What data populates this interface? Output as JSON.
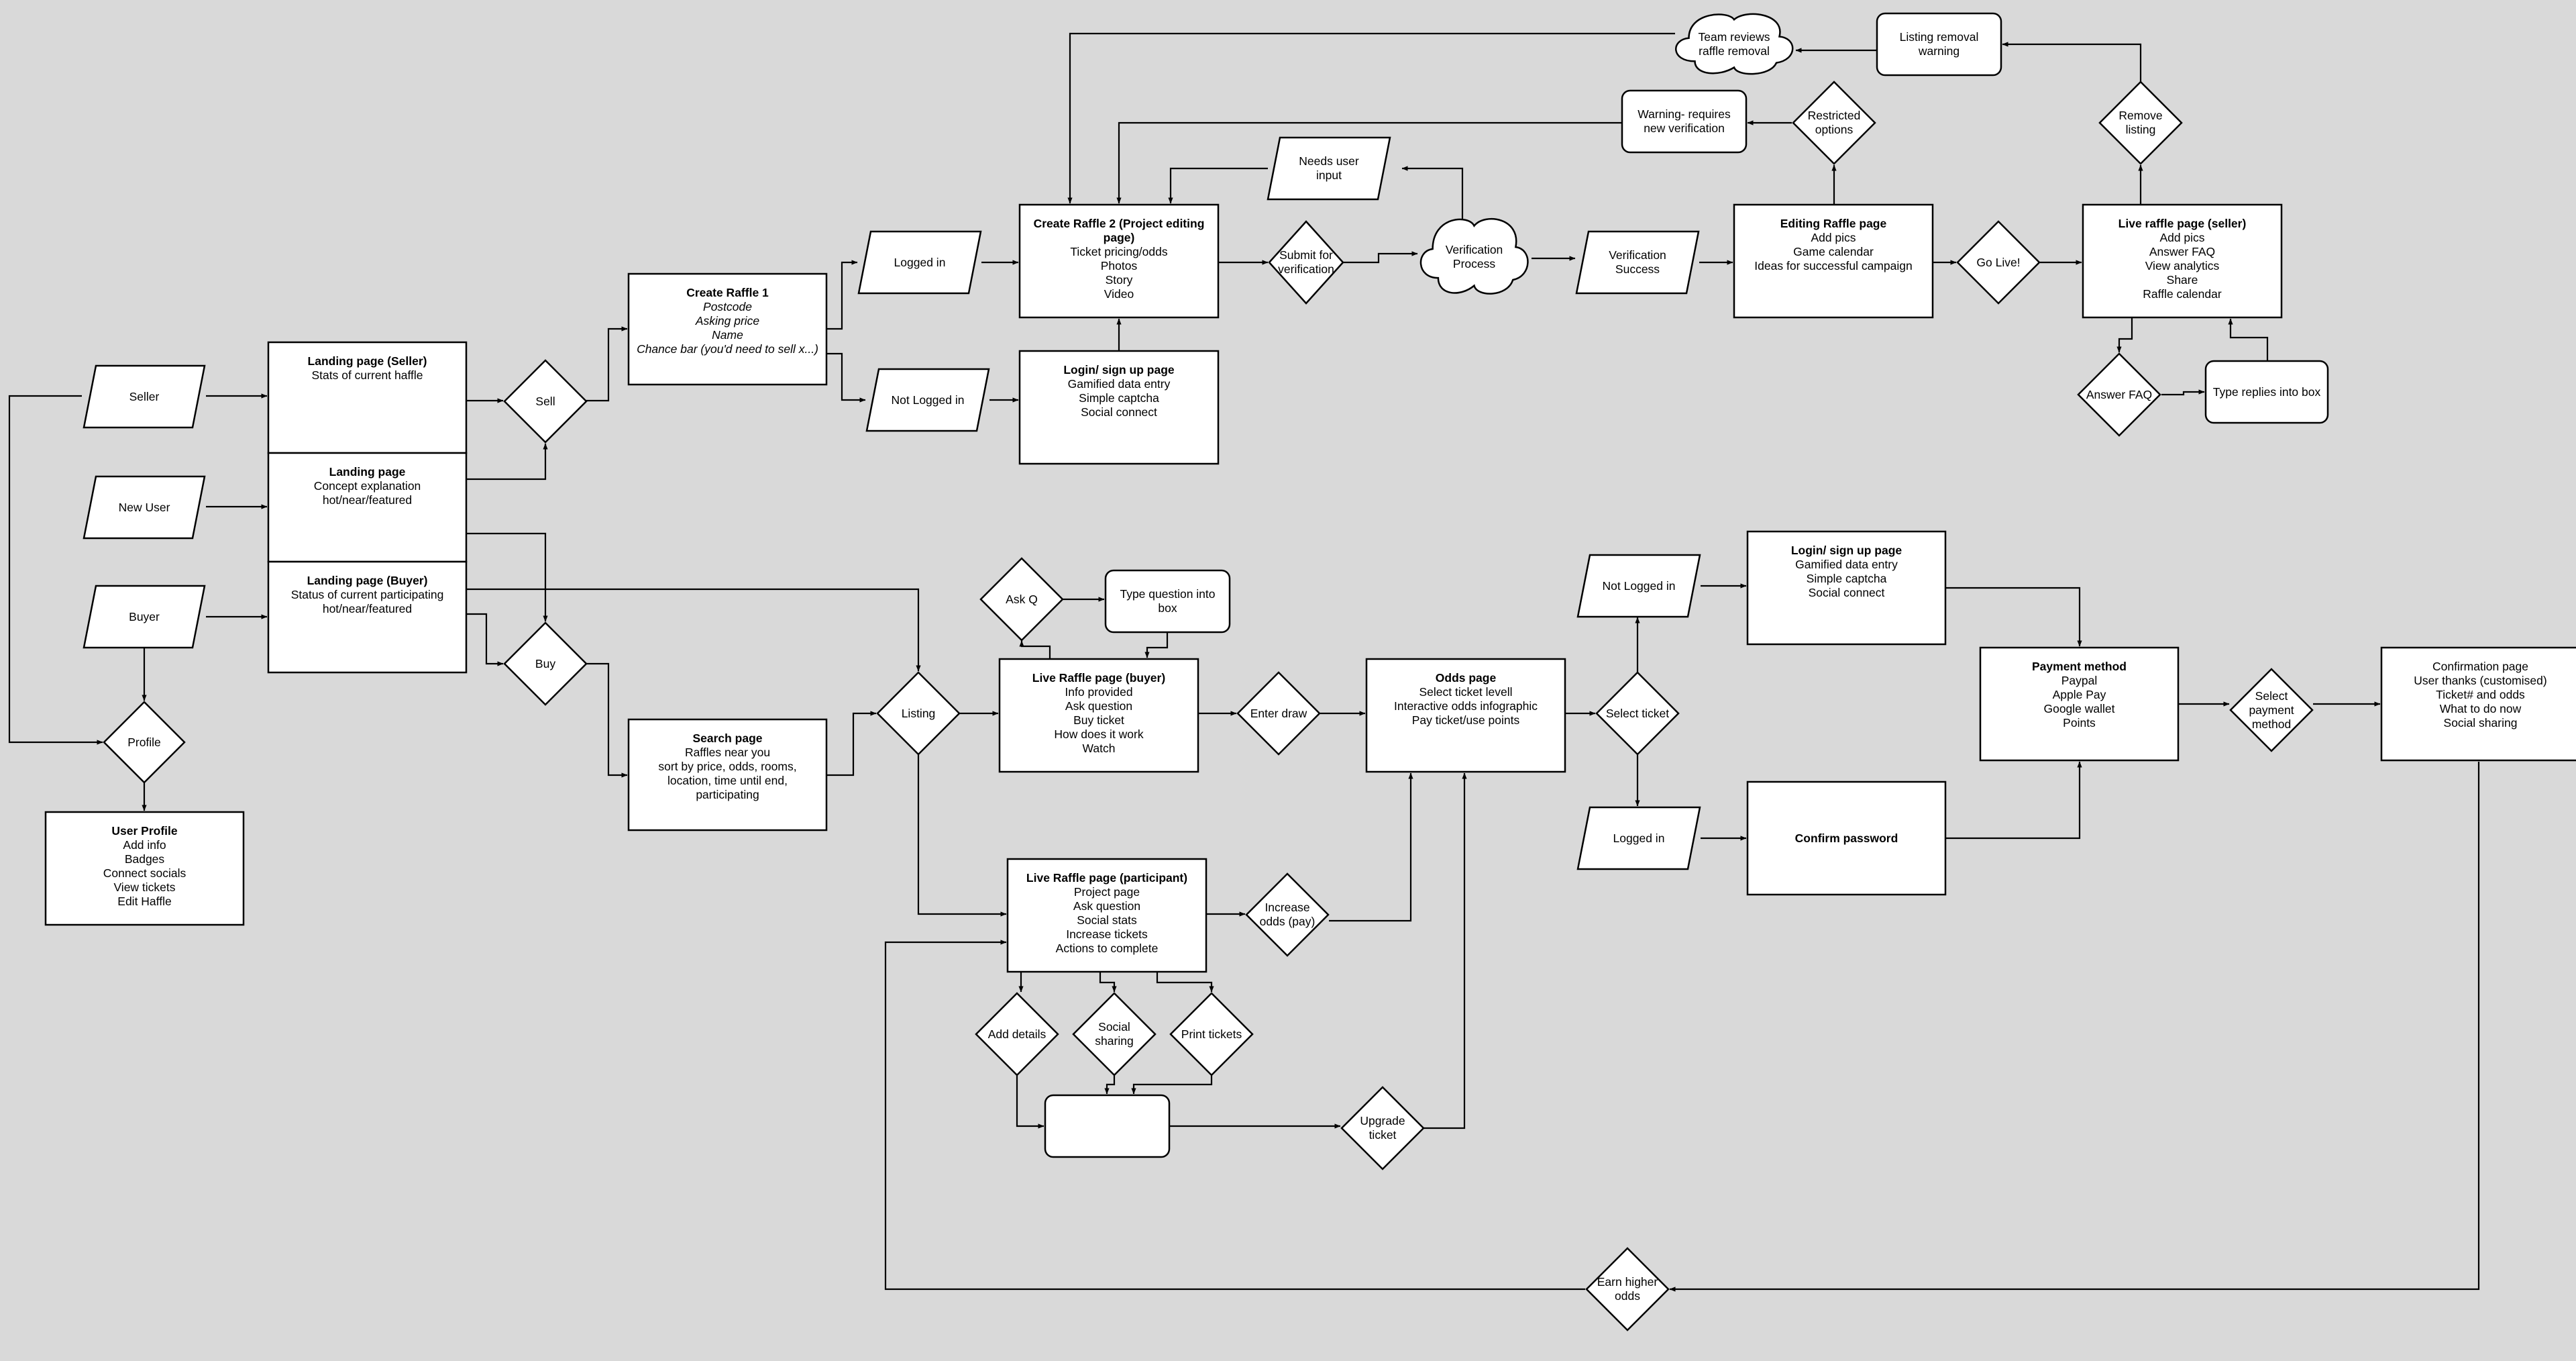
{
  "nodes": {
    "seller": [
      "Seller"
    ],
    "new_user": [
      "New User"
    ],
    "buyer": [
      "Buyer"
    ],
    "profile": [
      "Profile"
    ],
    "user_profile": {
      "title": "User Profile",
      "lines": [
        "Add info",
        "Badges",
        "Connect socials",
        "View tickets",
        "Edit Haffle"
      ]
    },
    "landing_seller": {
      "title": "Landing page (Seller)",
      "lines": [
        "Stats of current haffle"
      ]
    },
    "landing": {
      "title": "Landing page",
      "lines": [
        "Concept explanation",
        "hot/near/featured"
      ]
    },
    "landing_buyer": {
      "title": "Landing page (Buyer)",
      "lines": [
        "Status of current participating",
        "hot/near/featured"
      ]
    },
    "sell": [
      "Sell"
    ],
    "buy": [
      "Buy"
    ],
    "create_raffle_1": {
      "title": "Create Raffle 1",
      "italic": [
        "Postcode",
        "Asking price",
        "Name",
        "Chance bar (you'd need to sell x...)"
      ]
    },
    "logged_in_top": [
      "Logged in"
    ],
    "not_logged_in_top": [
      "Not Logged in"
    ],
    "create_raffle_2": {
      "title": "Create Raffle 2 (Project editing page)",
      "lines": [
        "Ticket pricing/odds",
        "Photos",
        "Story",
        "Video"
      ]
    },
    "login_top": {
      "title": "Login/ sign up page",
      "lines": [
        "Gamified data entry",
        "Simple captcha",
        "Social connect"
      ]
    },
    "needs_user_input": [
      "Needs user",
      "input"
    ],
    "submit_verification": [
      "Submit for",
      "verification"
    ],
    "verification_process": [
      "Verification",
      "Process"
    ],
    "verification_success": [
      "Verification",
      "Success"
    ],
    "editing_raffle": {
      "title": "Editing Raffle page",
      "lines": [
        "Add pics",
        "Game calendar",
        "Ideas for successful campaign"
      ]
    },
    "go_live": [
      "Go Live!"
    ],
    "live_raffle_seller": {
      "title": "Live raffle page (seller)",
      "lines": [
        "Add pics",
        "Answer FAQ",
        "View analytics",
        "Share",
        "Raffle calendar"
      ]
    },
    "answer_faq": [
      "Answer FAQ"
    ],
    "type_replies": [
      "Type replies into box"
    ],
    "remove_listing": [
      "Remove",
      "listing"
    ],
    "listing_removal_warning": [
      "Listing removal",
      "warning"
    ],
    "team_reviews": [
      "Team reviews",
      "raffle removal"
    ],
    "restricted_options": [
      "Restricted",
      "options"
    ],
    "warning_verification": [
      "Warning- requires",
      "new verification"
    ],
    "search_page": {
      "title": "Search page",
      "lines": [
        "Raffles near you",
        "sort by price, odds, rooms,",
        "location, time until end,",
        "participating"
      ]
    },
    "listing": [
      "Listing"
    ],
    "ask_q": [
      "Ask Q"
    ],
    "type_question": [
      "Type question into",
      "box"
    ],
    "live_raffle_buyer": {
      "title": "Live Raffle page (buyer)",
      "lines": [
        "Info provided",
        "Ask question",
        "Buy ticket",
        "How does it work",
        "Watch"
      ]
    },
    "enter_draw": [
      "Enter draw"
    ],
    "odds_page": {
      "title": "Odds page",
      "lines": [
        "Select ticket levell",
        "Interactive odds infographic",
        "Pay ticket/use points"
      ]
    },
    "select_ticket": [
      "Select ticket"
    ],
    "not_logged_in_right": [
      "Not Logged in"
    ],
    "logged_in_right": [
      "Logged in"
    ],
    "login_right": {
      "title": "Login/ sign up page",
      "lines": [
        "Gamified data entry",
        "Simple captcha",
        "Social connect"
      ]
    },
    "confirm_password": {
      "title": "Confirm password",
      "lines": []
    },
    "payment_method": {
      "title": "Payment method",
      "lines": [
        "Paypal",
        "Apple Pay",
        "Google wallet",
        "Points"
      ]
    },
    "select_payment": [
      "Select",
      "payment",
      "method"
    ],
    "confirmation": {
      "title": "",
      "lines": [
        "Confirmation page",
        "User thanks (customised)",
        "Ticket# and odds",
        "What to do now",
        "Social sharing"
      ]
    },
    "live_raffle_participant": {
      "title": "Live Raffle page (participant)",
      "lines": [
        "Project page",
        "Ask question",
        "Social stats",
        "Increase tickets",
        "Actions to complete"
      ]
    },
    "increase_odds": [
      "Increase",
      "odds (pay)"
    ],
    "add_details": [
      "Add details"
    ],
    "social_sharing": [
      "Social",
      "sharing"
    ],
    "print_tickets": [
      "Print tickets"
    ],
    "blank_box": [],
    "upgrade_ticket": [
      "Upgrade",
      "ticket"
    ],
    "earn_higher_odds": [
      "Earn higher",
      "odds"
    ]
  }
}
